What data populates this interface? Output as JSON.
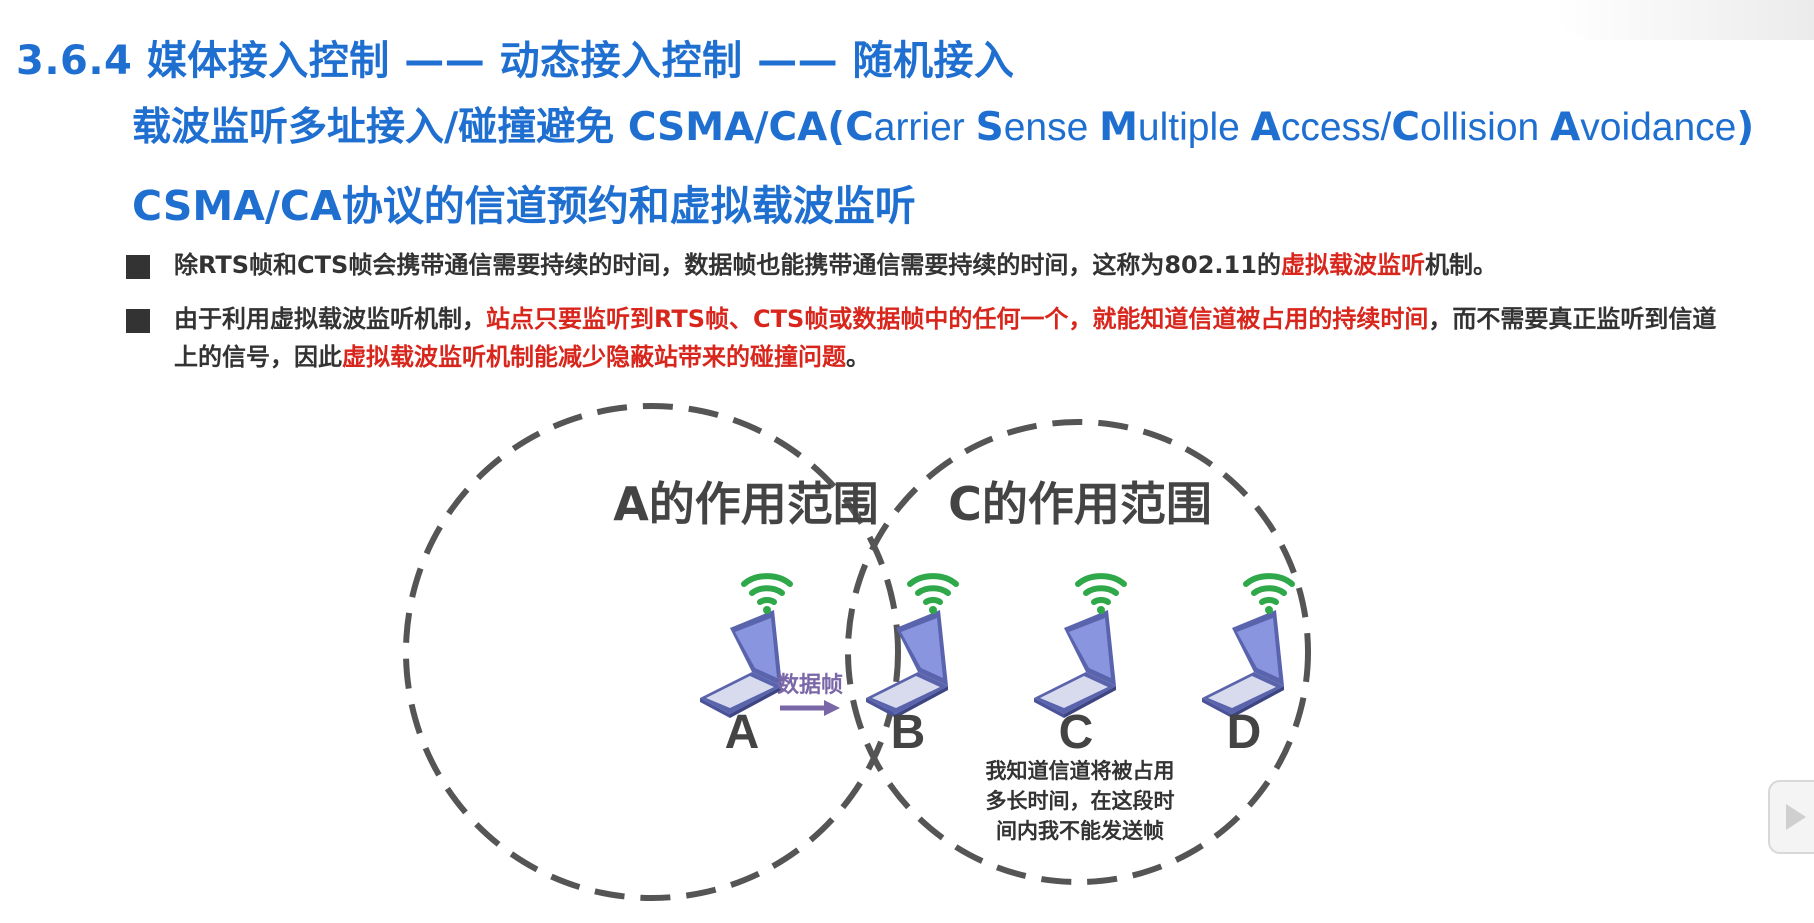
{
  "header": {
    "line1": "3.6.4 媒体接入控制 —— 动态接入控制 —— 随机接入",
    "line2_prefix": "载波监听多址接入/碰撞避免 CSMA/CA(",
    "line2_words": [
      {
        "cap": "C",
        "rest": "arrier "
      },
      {
        "cap": "S",
        "rest": "ense "
      },
      {
        "cap": "M",
        "rest": "ultiple "
      },
      {
        "cap": "A",
        "rest": "ccess/"
      },
      {
        "cap": "C",
        "rest": "ollision "
      },
      {
        "cap": "A",
        "rest": "voidance"
      }
    ],
    "line2_suffix": ")",
    "line3": "CSMA/CA协议的信道预约和虚拟载波监听"
  },
  "bullets": [
    {
      "part1": "除RTS帧和CTS帧会携带通信需要持续的时间，数据帧也能携带通信需要持续的时间，这称为802.11的",
      "part2_red": "虚拟载波监听",
      "part3": "机制。"
    },
    {
      "part1": "由于利用虚拟载波监听机制，",
      "part2_red": "站点只要监听到RTS帧、CTS帧或数据帧中的任何一个，就能知道信道被占用的持续时间",
      "part3": "，而不需要真正监听到信道上的信号，因此",
      "part4_red": "虚拟载波监听机制能减少隐蔽站带来的碰撞问题",
      "part5": "。"
    }
  ],
  "diagram": {
    "range_a": "A的作用范围",
    "range_c": "C的作用范围",
    "nodes": [
      "A",
      "B",
      "C",
      "D"
    ],
    "arrow_label": "数据帧",
    "note_lines": [
      "我知道信道将被占用",
      "多长时间，在这段时",
      "间内我不能发送帧"
    ],
    "colors": {
      "circle": "#555555",
      "laptop_body": "#6670b8",
      "laptop_screen": "#8a95e0",
      "wifi": "#2fa84a",
      "arrow": "#7a67a8"
    }
  },
  "colors": {
    "title": "#1f6fd1",
    "highlight": "#d9261c",
    "body_text": "#333333"
  },
  "icons": [
    "laptop-icon",
    "wifi-icon",
    "square-bullet-icon",
    "play-icon"
  ]
}
